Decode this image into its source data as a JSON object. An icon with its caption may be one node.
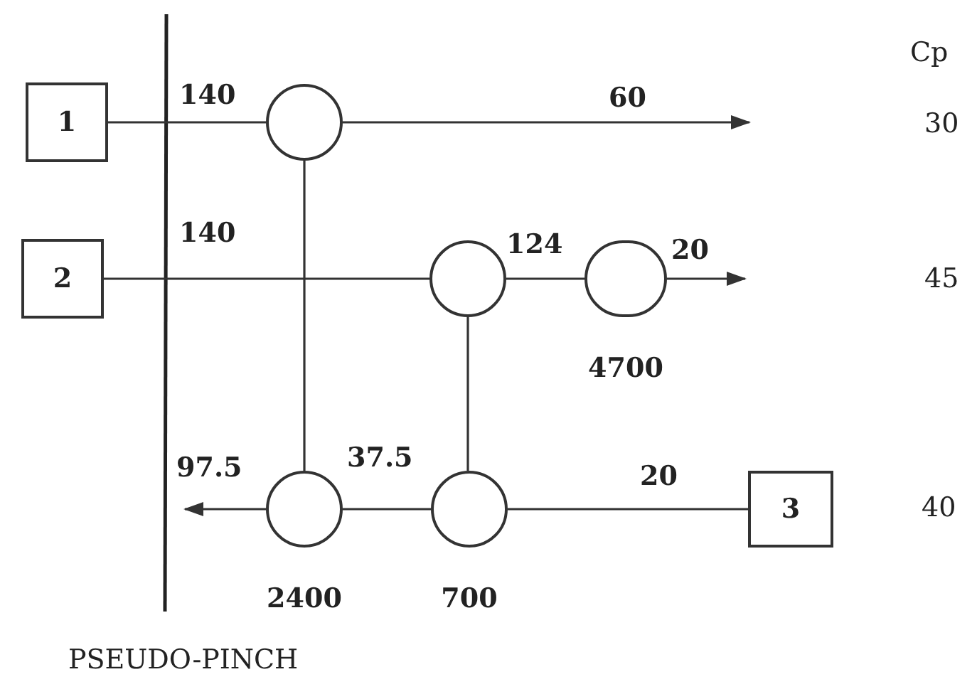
{
  "diagram": {
    "nodes": [
      {
        "text": [
          "1"
        ]
      },
      {
        "text": [],
        "shape": "circle"
      },
      {
        "text": [
          "2"
        ]
      },
      {
        "text": [],
        "shape": "circle"
      },
      {
        "text": [],
        "shape": "circle",
        "beside": [
          "4700"
        ]
      },
      {
        "text": [],
        "shape": "circle",
        "beside": [
          "2400"
        ]
      },
      {
        "text": [],
        "shape": "circle",
        "beside": [
          "700"
        ]
      },
      {
        "text": [
          "3"
        ]
      }
    ],
    "edges": [
      {
        "from": 0,
        "to": 1,
        "arrow": "none",
        "label": "140"
      },
      {
        "from": 1,
        "to": null,
        "arrow": "to",
        "label": "60"
      },
      {
        "from": 2,
        "to": 3,
        "arrow": "none",
        "label": "140"
      },
      {
        "from": 3,
        "to": 4,
        "arrow": "none",
        "label": "124"
      },
      {
        "from": 4,
        "to": null,
        "arrow": "to",
        "label": "20"
      },
      {
        "from": 1,
        "to": 5,
        "arrow": "none"
      },
      {
        "from": 3,
        "to": 6,
        "arrow": "none"
      },
      {
        "from": 7,
        "to": 6,
        "arrow": "none",
        "label": "20"
      },
      {
        "from": 6,
        "to": 5,
        "arrow": "none",
        "label": "37.5"
      },
      {
        "from": 5,
        "to": null,
        "arrow": "to",
        "label": "97.5"
      }
    ],
    "labels": [
      "Cp",
      "30",
      "45",
      "40",
      "PSEUDO-PINCH"
    ]
  }
}
